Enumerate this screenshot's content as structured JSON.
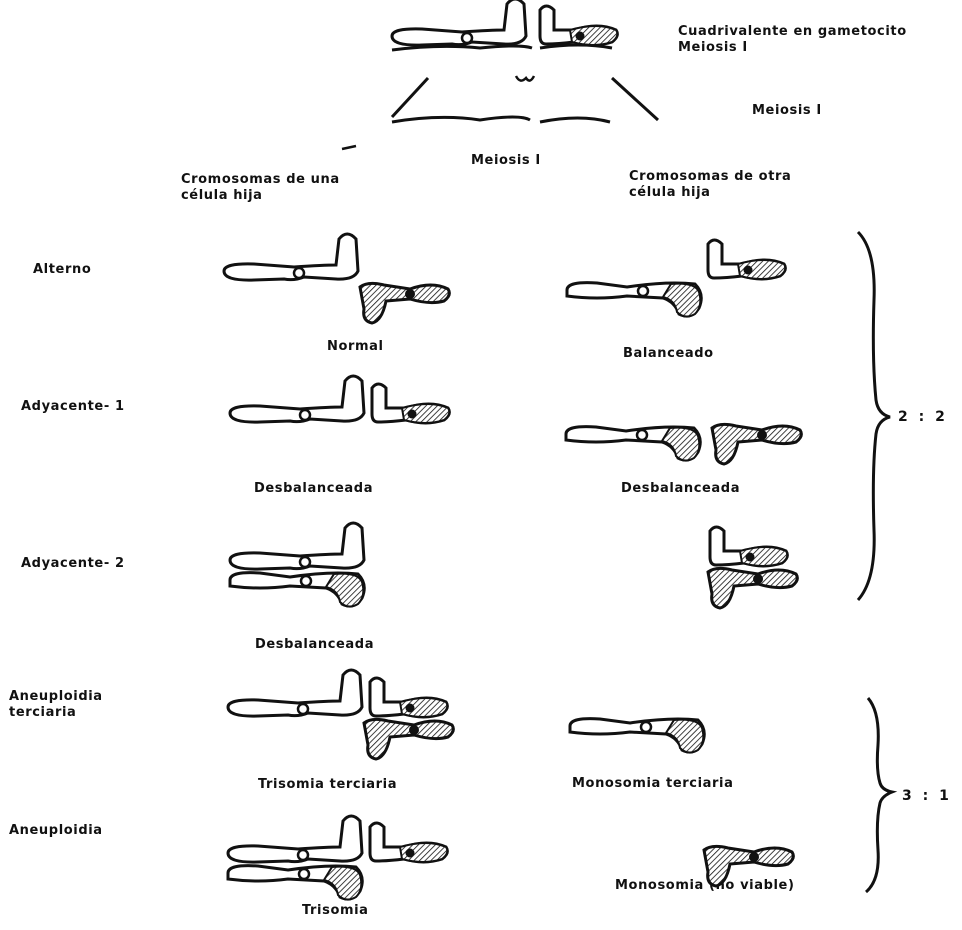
{
  "header": {
    "quadrivalent_line1": "Cuadrivalente en gametocito",
    "quadrivalent_line2": "Meiosis I",
    "meiosis_right": "Meiosis I",
    "meiosis_center": "Meiosis I"
  },
  "columns": {
    "left_line1": "Cromosomas de una",
    "left_line2": "célula hija",
    "right_line1": "Cromosomas de otra",
    "right_line2": "célula hija"
  },
  "rows": {
    "alterno": {
      "label": "Alterno",
      "left_result": "Normal",
      "right_result": "Balanceado"
    },
    "adyacente1": {
      "label": "Adyacente- 1",
      "left_result": "Desbalanceada",
      "right_result": "Desbalanceada"
    },
    "adyacente2": {
      "label": "Adyacente- 2",
      "left_result": "Desbalanceada"
    },
    "aneuploidia_terciaria": {
      "label_line1": "Aneuploidia",
      "label_line2": "terciaria",
      "left_result": "Trisomia terciaria",
      "right_result": "Monosomia terciaria"
    },
    "aneuploidia": {
      "label": "Aneuploidia",
      "left_result": "Trisomia",
      "right_result": "Monosomia (no viable)"
    }
  },
  "segregation": {
    "ratio_2_2": "2 : 2",
    "ratio_3_1": "3 : 1"
  }
}
